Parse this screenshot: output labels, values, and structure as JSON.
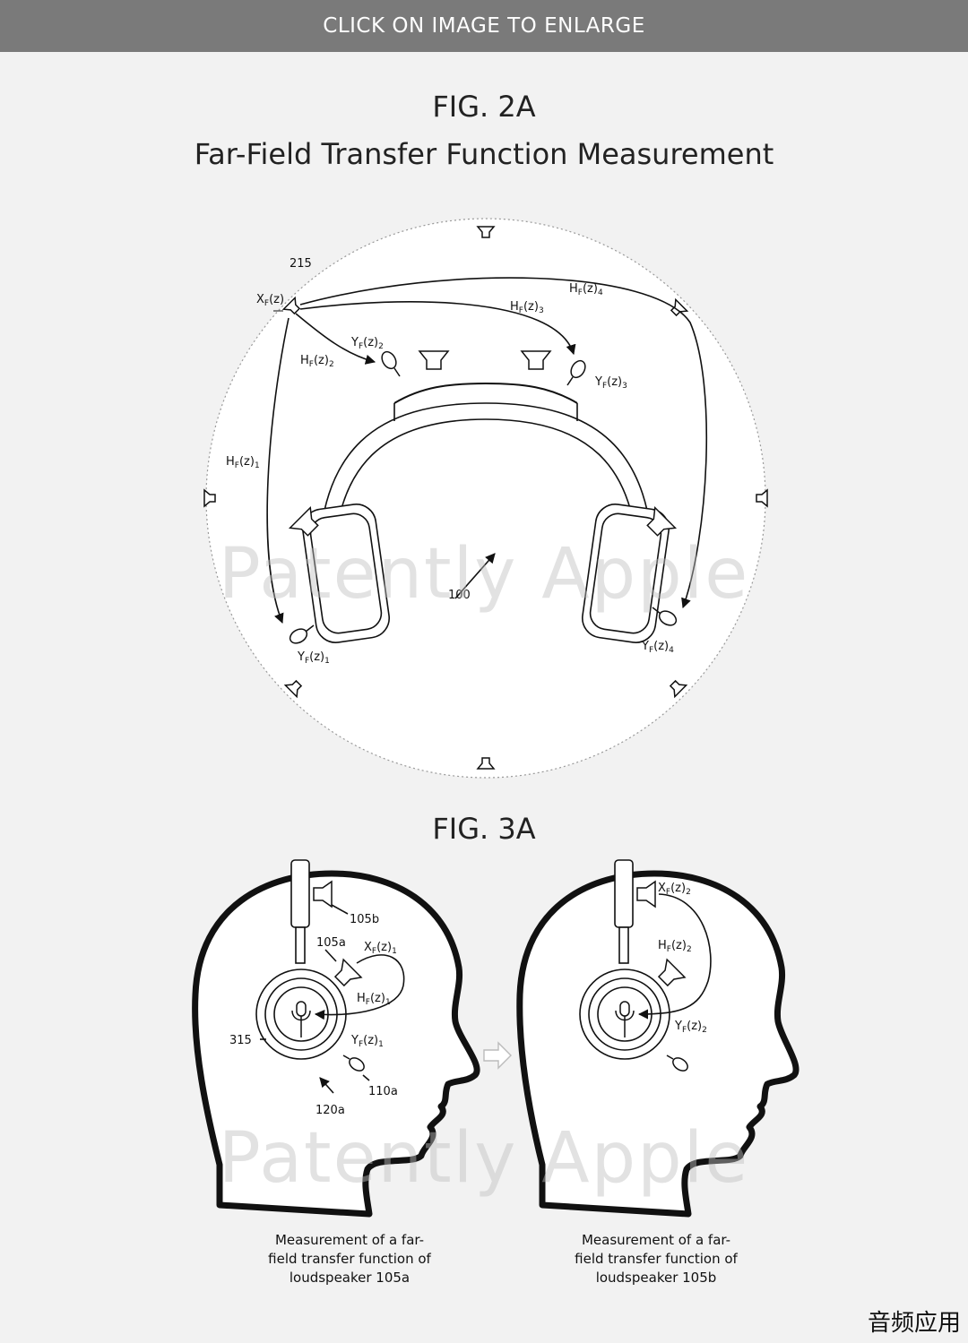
{
  "banner": {
    "text": "CLICK ON IMAGE TO ENLARGE"
  },
  "fig2a": {
    "label": "FIG. 2A",
    "subtitle": "Far-Field Transfer Function Measurement",
    "ref_source": "215",
    "ref_device": "100",
    "source_label": {
      "main": "X",
      "sub": "F",
      "rest": "(z)"
    },
    "paths": [
      {
        "main": "H",
        "sub": "F",
        "rest": "(z)",
        "idx": "1"
      },
      {
        "main": "H",
        "sub": "F",
        "rest": "(z)",
        "idx": "2"
      },
      {
        "main": "H",
        "sub": "F",
        "rest": "(z)",
        "idx": "3"
      },
      {
        "main": "H",
        "sub": "F",
        "rest": "(z)",
        "idx": "4"
      }
    ],
    "mics": [
      {
        "main": "Y",
        "sub": "F",
        "rest": "(z)",
        "idx": "1"
      },
      {
        "main": "Y",
        "sub": "F",
        "rest": "(z)",
        "idx": "2"
      },
      {
        "main": "Y",
        "sub": "F",
        "rest": "(z)",
        "idx": "3"
      },
      {
        "main": "Y",
        "sub": "F",
        "rest": "(z)",
        "idx": "4"
      }
    ]
  },
  "fig3a": {
    "label": "FIG. 3A",
    "left": {
      "ref_speaker_top": "105b",
      "ref_speaker_side": "105a",
      "ref_mic_inner": "315",
      "ref_mic_outer": "110a",
      "ref_cup": "120a",
      "x_label": {
        "main": "X",
        "sub": "F",
        "rest": "(z)",
        "idx": "1"
      },
      "h_label": {
        "main": "H",
        "sub": "F",
        "rest": "(z)",
        "idx": "1"
      },
      "y_label": {
        "main": "Y",
        "sub": "F",
        "rest": "(z)",
        "idx": "1"
      },
      "caption_lines": [
        "Measurement of a far-",
        "field transfer function of",
        "loudspeaker 105a"
      ]
    },
    "right": {
      "x_label": {
        "main": "X",
        "sub": "F",
        "rest": "(z)",
        "idx": "2"
      },
      "h_label": {
        "main": "H",
        "sub": "F",
        "rest": "(z)",
        "idx": "2"
      },
      "y_label": {
        "main": "Y",
        "sub": "F",
        "rest": "(z)",
        "idx": "2"
      },
      "caption_lines": [
        "Measurement of a far-",
        "field transfer function of",
        "loudspeaker 105b"
      ]
    }
  },
  "watermark": {
    "text": "Patently Apple"
  },
  "corner_mark": {
    "text": "音频应用"
  }
}
